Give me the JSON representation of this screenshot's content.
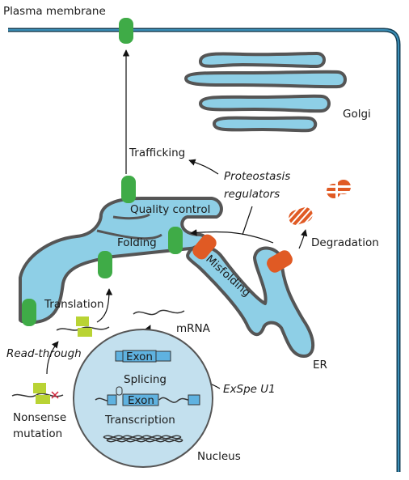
{
  "labels": {
    "plasma_membrane": "Plasma membrane",
    "golgi": "Golgi",
    "trafficking": "Trafficking",
    "proteostasis_regulators": "Proteostasis regulators",
    "quality_control": "Quality control",
    "folding": "Folding",
    "misfolding": "Misfolding",
    "degradation": "Degradation",
    "translation": "Translation",
    "mrna": "mRNA",
    "read_through": "Read-through",
    "er": "ER",
    "exon_top": "Exon",
    "splicing": "Splicing",
    "exspe_u1": "ExSpe U1",
    "exon_bottom": "Exon",
    "transcription": "Transcription",
    "nonsense_mutation": "Nonsense mutation",
    "nucleus": "Nucleus"
  },
  "colors": {
    "membrane_blue": "#1e5f80",
    "er_fill": "#8ecfe6",
    "outline_gray": "#555555",
    "folded_protein": "#3fab47",
    "misfolded_protein": "#e05a24",
    "ribosome": "#b9d334",
    "nucleus_fill": "#c3e0ee",
    "exon_fill": "#5fb2e0",
    "nonsense_cross": "#d0243b"
  }
}
